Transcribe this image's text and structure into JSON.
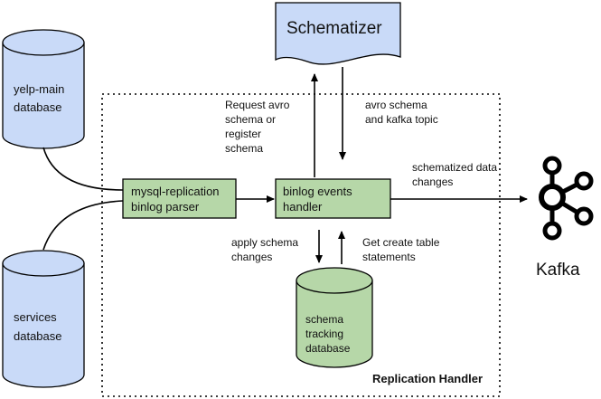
{
  "nodes": {
    "yelp_main_db": {
      "line1": "yelp-main",
      "line2": "database"
    },
    "services_db": {
      "line1": "services",
      "line2": "database"
    },
    "schematizer": {
      "label": "Schematizer"
    },
    "binlog_parser": {
      "line1": "mysql-replication",
      "line2": "binlog parser"
    },
    "binlog_handler": {
      "line1": "binlog events",
      "line2": "handler"
    },
    "schema_tracking_db": {
      "line1": "schema",
      "line2": "tracking",
      "line3": "database"
    },
    "kafka": {
      "label": "Kafka"
    }
  },
  "edge_labels": {
    "request_avro": [
      "Request avro",
      "schema or",
      "register",
      "schema"
    ],
    "avro_schema_topic": [
      "avro schema",
      "and kafka topic"
    ],
    "schematized_changes": [
      "schematized data",
      "changes"
    ],
    "apply_schema": [
      "apply schema",
      "changes"
    ],
    "get_create_table": [
      "Get create table",
      "statements"
    ]
  },
  "boundary": {
    "label": "Replication Handler"
  },
  "colors": {
    "blue_fill": "#c9daf8",
    "green_fill": "#b6d7a8",
    "stroke": "#000000"
  }
}
